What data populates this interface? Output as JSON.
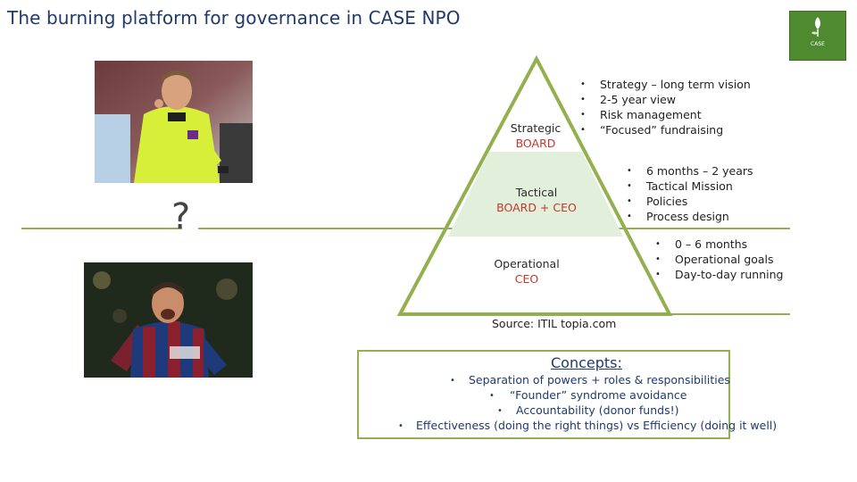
{
  "title": "The burning platform for governance in CASE NPO",
  "logo": {
    "name": "logo-icon",
    "text": "CASE",
    "colors": {
      "bg": "#4f8a31",
      "fg": "#ffffff"
    }
  },
  "question_mark": "?",
  "pyramid": {
    "fill_color": "#e2efda",
    "stroke_color": "#93b04f",
    "tiers": [
      {
        "role": "Strategic",
        "who": "BOARD",
        "bullets": [
          "Strategy – long term vision",
          "2-5 year view",
          "Risk management",
          "“Focused” fundraising"
        ]
      },
      {
        "role": "Tactical",
        "who": "BOARD + CEO",
        "bullets": [
          "6 months – 2 years",
          "Tactical Mission",
          "Policies",
          "Process design"
        ]
      },
      {
        "role": "Operational",
        "who": "CEO",
        "bullets": [
          "0 – 6 months",
          "Operational goals",
          "Day-to-day running"
        ]
      }
    ]
  },
  "source": "Source: ITIL topia.com",
  "concepts": {
    "title": "Concepts:",
    "items": [
      "Separation of powers + roles & responsibilities",
      "“Founder” syndrome avoidance",
      "Accountability (donor funds!)",
      "Effectiveness (doing the right things) vs Efficiency (doing it well)"
    ]
  },
  "photos": [
    {
      "name": "referee-photo-icon"
    },
    {
      "name": "football-player-photo-icon"
    }
  ]
}
